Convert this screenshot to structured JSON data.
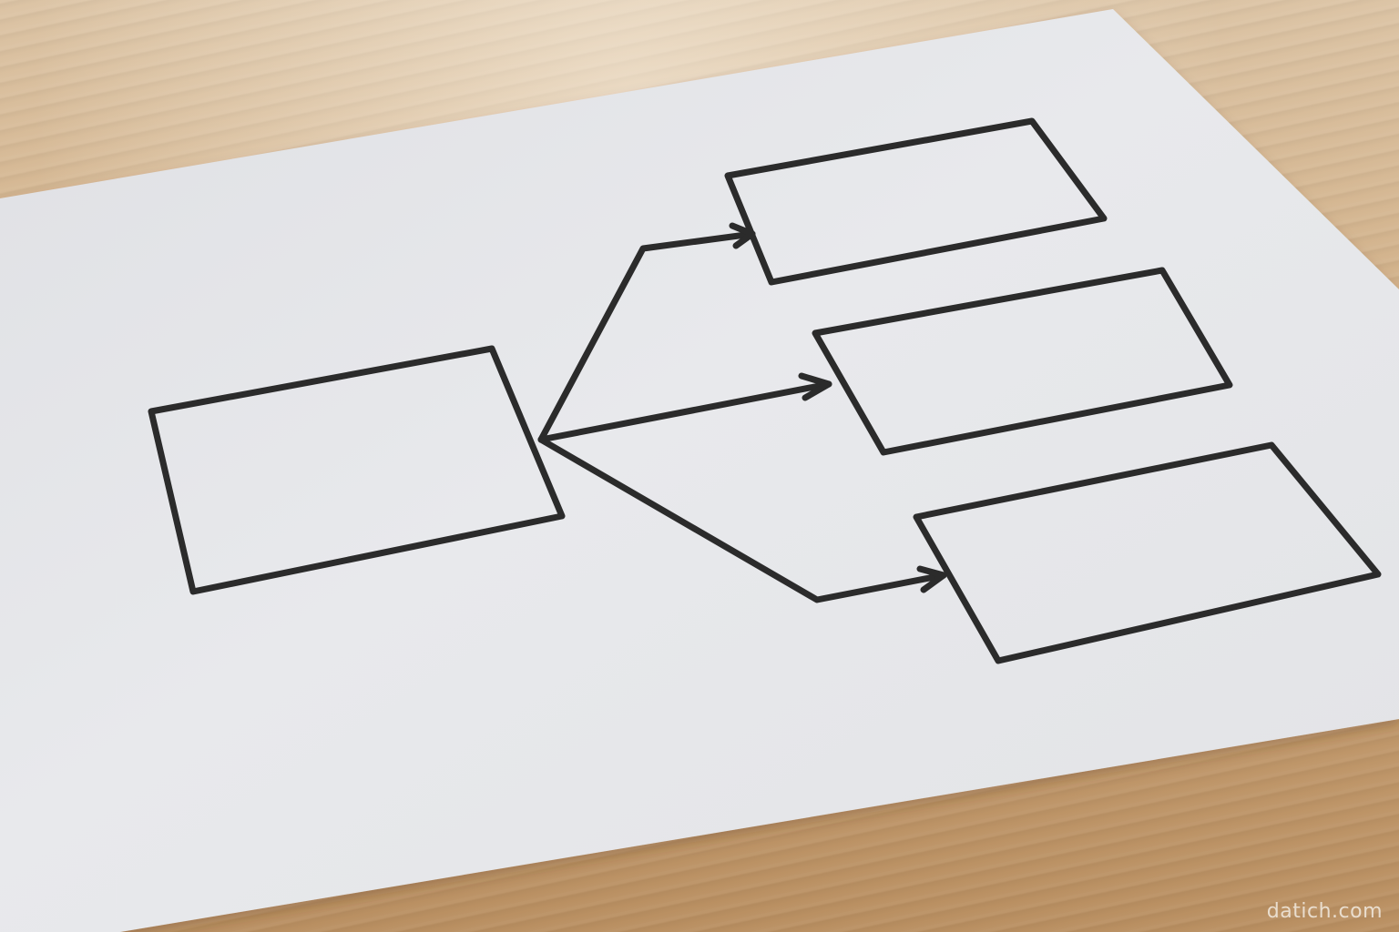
{
  "diagram": {
    "type": "flowchart-sketch",
    "nodes": [
      {
        "id": "source-box",
        "text": ""
      },
      {
        "id": "target-box-1",
        "text": ""
      },
      {
        "id": "target-box-2",
        "text": ""
      },
      {
        "id": "target-box-3",
        "text": ""
      }
    ],
    "edges": [
      {
        "from": "source-box",
        "to": "target-box-1"
      },
      {
        "from": "source-box",
        "to": "target-box-2"
      },
      {
        "from": "source-box",
        "to": "target-box-3"
      }
    ]
  },
  "colors": {
    "ink": "#2b2b2b",
    "paper": "#e6e7ea",
    "desk": "#c9a57a"
  },
  "watermark": "datich.com"
}
